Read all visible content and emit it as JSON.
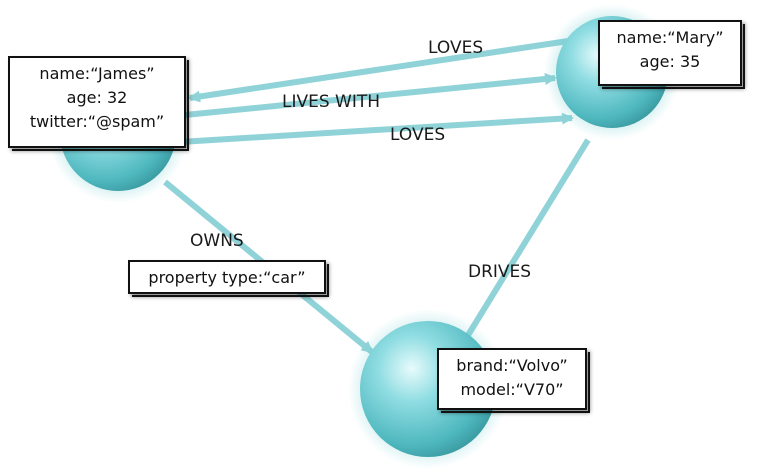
{
  "nodes": {
    "james": {
      "properties": [
        "name:“James”",
        "age: 32",
        "twitter:“@spam”"
      ]
    },
    "mary": {
      "properties": [
        "name:“Mary”",
        "age: 35"
      ]
    },
    "volvo": {
      "properties": [
        "brand:“Volvo”",
        "model:“V70”"
      ]
    }
  },
  "edges": {
    "loves_mary_to_james": {
      "label": "LOVES"
    },
    "lives_with": {
      "label": "LIVES WITH"
    },
    "loves_james_to_mary": {
      "label": "LOVES"
    },
    "owns": {
      "label": "OWNS",
      "properties": [
        "property type:“car”"
      ]
    },
    "drives": {
      "label": "DRIVES"
    }
  },
  "colors": {
    "node": "#5fc6cc",
    "edge": "#8fd3d8"
  }
}
